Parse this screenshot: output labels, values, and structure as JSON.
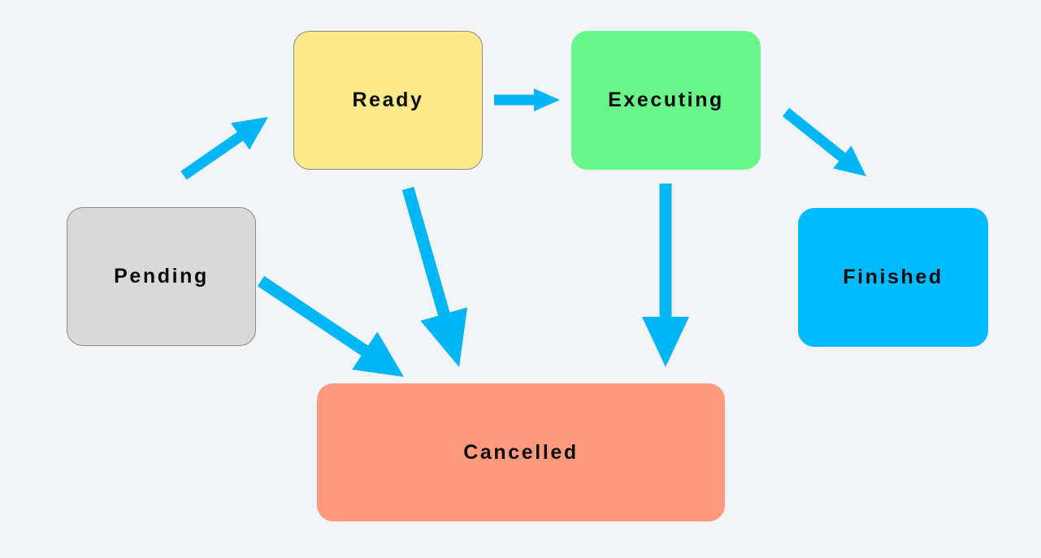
{
  "diagram": {
    "nodes": [
      {
        "id": "pending",
        "label": "Pending",
        "color": "#d9d9d9",
        "outlined": true
      },
      {
        "id": "ready",
        "label": "Ready",
        "color": "#fbe98a",
        "outlined": true
      },
      {
        "id": "executing",
        "label": "Executing",
        "color": "#69f58a",
        "outlined": false
      },
      {
        "id": "finished",
        "label": "Finished",
        "color": "#00bbff",
        "outlined": false
      },
      {
        "id": "cancelled",
        "label": "Cancelled",
        "color": "#ff9a7e",
        "outlined": false
      }
    ],
    "edges": [
      {
        "from": "pending",
        "to": "ready"
      },
      {
        "from": "ready",
        "to": "executing"
      },
      {
        "from": "executing",
        "to": "finished"
      },
      {
        "from": "pending",
        "to": "cancelled"
      },
      {
        "from": "ready",
        "to": "cancelled"
      },
      {
        "from": "executing",
        "to": "cancelled"
      }
    ],
    "arrow_color": "#00b6f4"
  }
}
